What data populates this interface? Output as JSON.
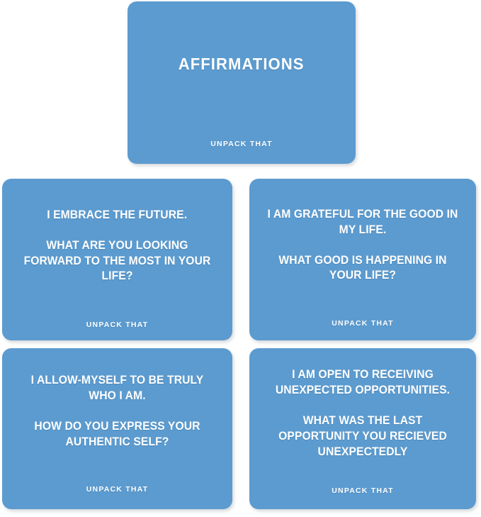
{
  "meta": {
    "deck_name": "AFFIRMATIONS",
    "brand": "UNPACK THAT",
    "card_color": "#5c9bcf",
    "text_color": "#ffffff",
    "background_color": "#ffffff"
  },
  "cards": [
    {
      "id": "cover",
      "kind": "cover",
      "title": "AFFIRMATIONS",
      "footer": "UNPACK THAT"
    },
    {
      "id": "embrace-the-future",
      "kind": "prompt",
      "statement": "I EMBRACE THE FUTURE.",
      "question": "WHAT ARE YOU LOOKING FORWARD TO THE MOST IN YOUR LIFE?",
      "footer": "UNPACK THAT"
    },
    {
      "id": "grateful-for-the-good",
      "kind": "prompt",
      "statement": "I AM GRATEFUL FOR THE GOOD IN MY LIFE.",
      "question": "WHAT GOOD IS HAPPENING IN YOUR LIFE?",
      "footer": "UNPACK THAT"
    },
    {
      "id": "allow-myself-truly",
      "kind": "prompt",
      "statement": "I ALLOW-MYSELF TO BE TRULY WHO I AM.",
      "question": "HOW DO YOU EXPRESS YOUR AUTHENTIC SELF?",
      "footer": "UNPACK THAT"
    },
    {
      "id": "open-to-receiving",
      "kind": "prompt",
      "statement": "I AM OPEN TO RECEIVING UNEXPECTED OPPORTUNITIES.",
      "question": "WHAT WAS THE LAST OPPORTUNITY YOU RECIEVED UNEXPECTEDLY",
      "footer": "UNPACK THAT"
    }
  ]
}
